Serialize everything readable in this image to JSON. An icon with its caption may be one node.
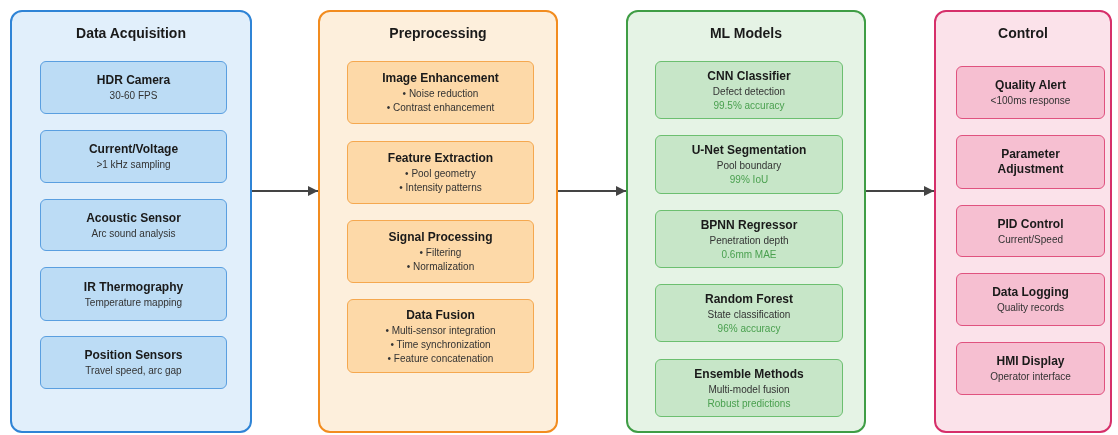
{
  "diagram": {
    "nodes": [
      {
        "text": [
          "Data Acquisition"
        ]
      },
      {
        "text": [
          "HDR Camera",
          "30-60 FPS"
        ],
        "in": 0
      },
      {
        "text": [
          "Current/Voltage",
          ">1 kHz sampling"
        ],
        "in": 0
      },
      {
        "text": [
          "Acoustic Sensor",
          "Arc sound analysis"
        ],
        "in": 0
      },
      {
        "text": [
          "IR Thermography",
          "Temperature mapping"
        ],
        "in": 0
      },
      {
        "text": [
          "Position Sensors",
          "Travel speed, arc gap"
        ],
        "in": 0
      },
      {
        "text": [
          "Preprocessing"
        ]
      },
      {
        "text": [
          "Image Enhancement",
          "• Noise reduction",
          "• Contrast enhancement"
        ],
        "in": 6
      },
      {
        "text": [
          "Feature Extraction",
          "• Pool geometry",
          "• Intensity patterns"
        ],
        "in": 6
      },
      {
        "text": [
          "Signal Processing",
          "• Filtering",
          "• Normalization"
        ],
        "in": 6
      },
      {
        "text": [
          "Data Fusion",
          "• Multi-sensor integration",
          "• Time synchronization",
          "• Feature concatenation"
        ],
        "in": 6
      },
      {
        "text": [
          "ML Models"
        ]
      },
      {
        "text": [
          "CNN Classifier",
          "Defect detection",
          "99.5% accuracy"
        ],
        "in": 11
      },
      {
        "text": [
          "U-Net Segmentation",
          "Pool boundary",
          "99% IoU"
        ],
        "in": 11
      },
      {
        "text": [
          "BPNN Regressor",
          "Penetration depth",
          "0.6mm MAE"
        ],
        "in": 11
      },
      {
        "text": [
          "Random Forest",
          "State classification",
          "96% accuracy"
        ],
        "in": 11
      },
      {
        "text": [
          "Ensemble Methods",
          "Multi-model fusion",
          "Robust predictions"
        ],
        "in": 11
      },
      {
        "text": [
          "Control"
        ]
      },
      {
        "text": [
          "Quality Alert",
          "<100ms response"
        ],
        "in": 17
      },
      {
        "text": [
          "Parameter Adjustment"
        ],
        "in": 17
      },
      {
        "text": [
          "PID Control",
          "Current/Speed"
        ],
        "in": 17
      },
      {
        "text": [
          "Data Logging",
          "Quality records"
        ],
        "in": 17
      },
      {
        "text": [
          "HMI Display",
          "Operator interface"
        ],
        "in": 17
      }
    ],
    "edges": [
      {
        "from": 0,
        "to": 6,
        "arrow": "to"
      },
      {
        "from": 6,
        "to": 11,
        "arrow": "to"
      },
      {
        "from": 11,
        "to": 17,
        "arrow": "to"
      }
    ]
  }
}
